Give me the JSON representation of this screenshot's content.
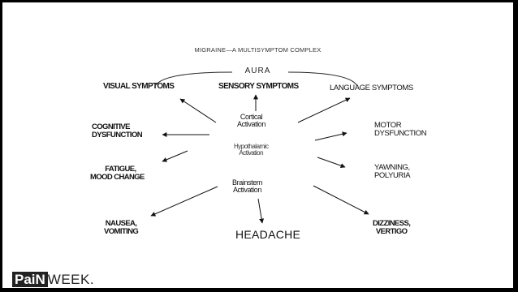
{
  "title": "MIGRAINE—A MULTISYMPTOM COMPLEX",
  "aura": "AURA",
  "nodes": {
    "visual": "VISUAL SYMPTOMS",
    "sensory": "SENSORY SYMPTOMS",
    "language": "LANGUAGE SYMPTOMS",
    "cognitive": [
      "COGNITIVE",
      "DYSFUNCTION"
    ],
    "fatigue": [
      "FATIGUE,",
      "MOOD CHANGE"
    ],
    "nausea": [
      "NAUSEA,",
      "VOMITING"
    ],
    "headache": "HEADACHE",
    "motor": [
      "MOTOR",
      "DYSFUNCTION"
    ],
    "yawning": [
      "YAWNING,",
      "POLYURIA"
    ],
    "dizziness": [
      "DIZZINESS,",
      "VERTIGO"
    ],
    "cortical": [
      "Cortical",
      "Activation"
    ],
    "hypothalamic": [
      "Hypothalamic",
      "Activation"
    ],
    "brainstem": [
      "Brainstem",
      "Activation"
    ]
  },
  "logo": {
    "pain": "PaiN",
    "week": "WEEK."
  }
}
